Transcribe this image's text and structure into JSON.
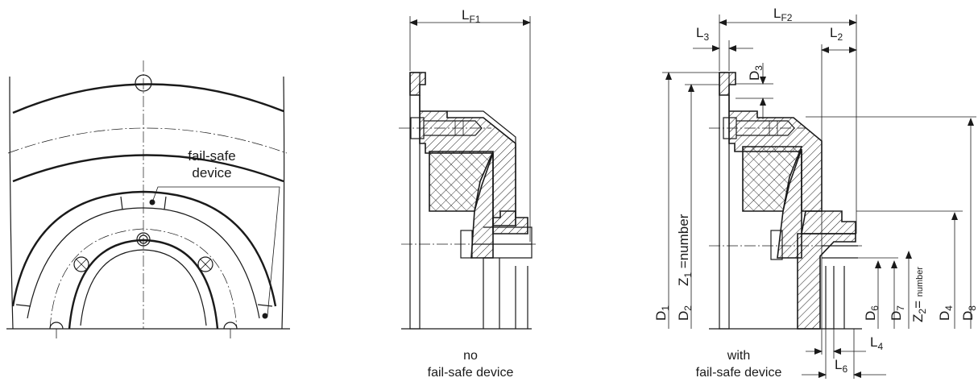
{
  "labels": {
    "fail_safe_line1": "fail-safe",
    "fail_safe_line2": "device",
    "no_line1": "no",
    "no_line2": "fail-safe device",
    "with_line1": "with",
    "with_line2": "fail-safe device"
  },
  "dims": {
    "LF1": {
      "main": "L",
      "sub": "F1"
    },
    "LF2": {
      "main": "L",
      "sub": "F2"
    },
    "L2": {
      "main": "L",
      "sub": "2"
    },
    "L3": {
      "main": "L",
      "sub": "3"
    },
    "L4": {
      "main": "L",
      "sub": "4"
    },
    "L6": {
      "main": "L",
      "sub": "6"
    },
    "D1": {
      "main": "D",
      "sub": "1"
    },
    "D2": {
      "main": "D",
      "sub": "2"
    },
    "D3": {
      "main": "D",
      "sub": "3"
    },
    "D4": {
      "main": "D",
      "sub": "4"
    },
    "D6": {
      "main": "D",
      "sub": "6"
    },
    "D7": {
      "main": "D",
      "sub": "7"
    },
    "D8": {
      "main": "D",
      "sub": "8"
    },
    "Z1": {
      "main": "Z",
      "sub": "1",
      "suffix": " =number"
    },
    "Z2": {
      "main": "Z",
      "sub": "2",
      "suffix": "= ",
      "small": "number"
    }
  }
}
